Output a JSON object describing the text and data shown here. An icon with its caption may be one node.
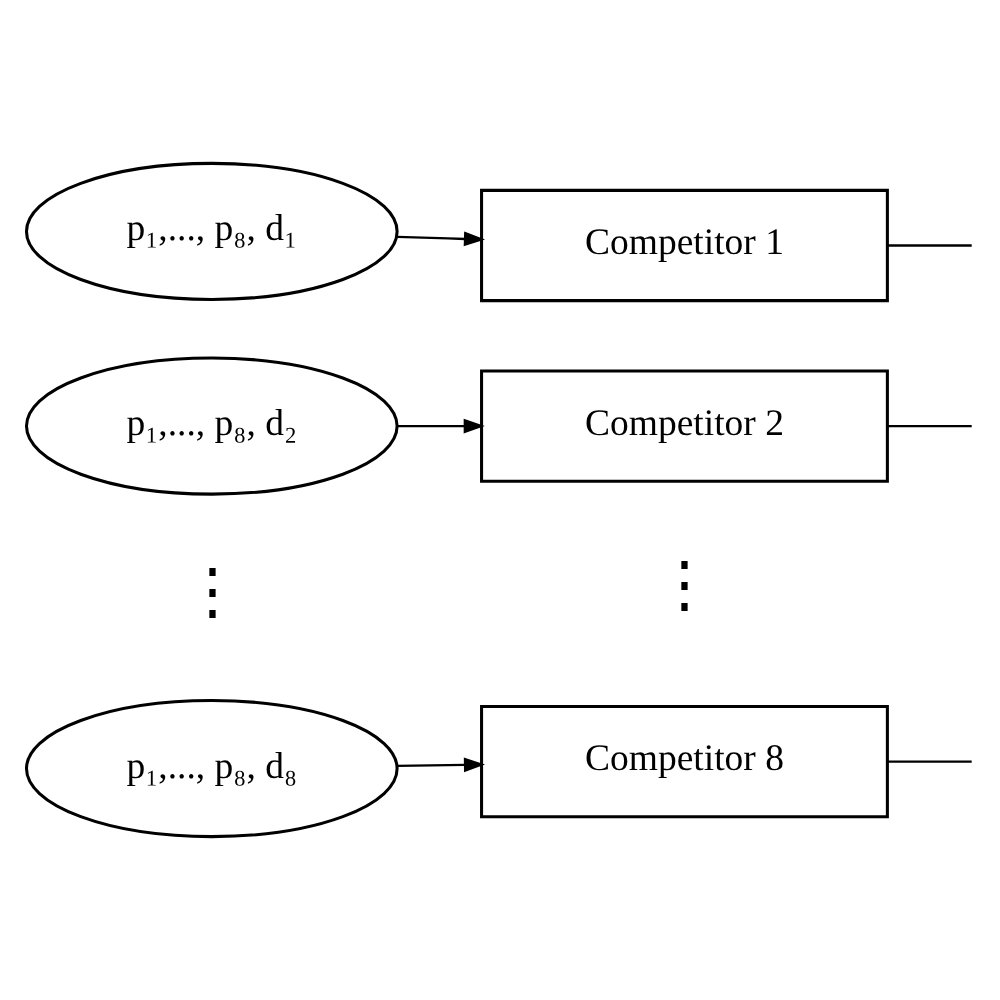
{
  "diagram": {
    "nodes": [
      {
        "text": [
          "p₁,..., p₈, d₁"
        ]
      },
      {
        "text": [
          "Competitor 1"
        ]
      },
      {
        "text": [
          "p₁,..., p₈, d₂"
        ]
      },
      {
        "text": [
          "Competitor 2"
        ]
      },
      {
        "text": [
          "p₁,..., p₈, d₈"
        ]
      },
      {
        "text": [
          "Competitor 8"
        ]
      }
    ],
    "edges": [
      {
        "from": 0,
        "to": 1,
        "arrow": "to"
      },
      {
        "from": 1,
        "to": null,
        "arrow": "none"
      },
      {
        "from": 2,
        "to": 3,
        "arrow": "to"
      },
      {
        "from": 3,
        "to": null,
        "arrow": "none"
      },
      {
        "from": 4,
        "to": 5,
        "arrow": "to"
      },
      {
        "from": 5,
        "to": null,
        "arrow": "none"
      }
    ],
    "labels": [
      "⋮",
      "⋮"
    ]
  }
}
